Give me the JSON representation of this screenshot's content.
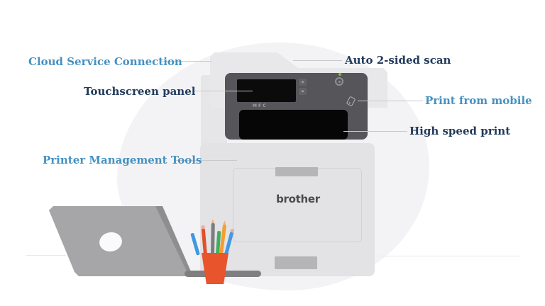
{
  "infographic": {
    "labels": {
      "cloud_service": "Cloud Service Connection",
      "touchscreen": "Touchscreen panel",
      "auto_scan": "Auto 2-sided scan",
      "print_mobile": "Print from mobile",
      "high_speed": "High speed print",
      "management_tools": "Printer Management Tools"
    },
    "printer": {
      "brand_logo": "brother",
      "panel_model_text": "MFC"
    },
    "icons": {
      "power_button": "power-circle-glyph",
      "power_led": "green-status-dot",
      "nfc_mobile": "phone-tap-glyph",
      "keypad": "numeric-keypad-dots"
    },
    "colors": {
      "label_blue": "#4591c1",
      "label_navy": "#213a5c",
      "connector_line": "#c9c9cc",
      "panel_gray": "#56565a",
      "printer_body": "#e3e3e5",
      "led_green": "#84bb40",
      "cup_orange": "#e8542c",
      "laptop_gray": "#a6a6a9",
      "background_blob": "#f3f3f5"
    }
  }
}
